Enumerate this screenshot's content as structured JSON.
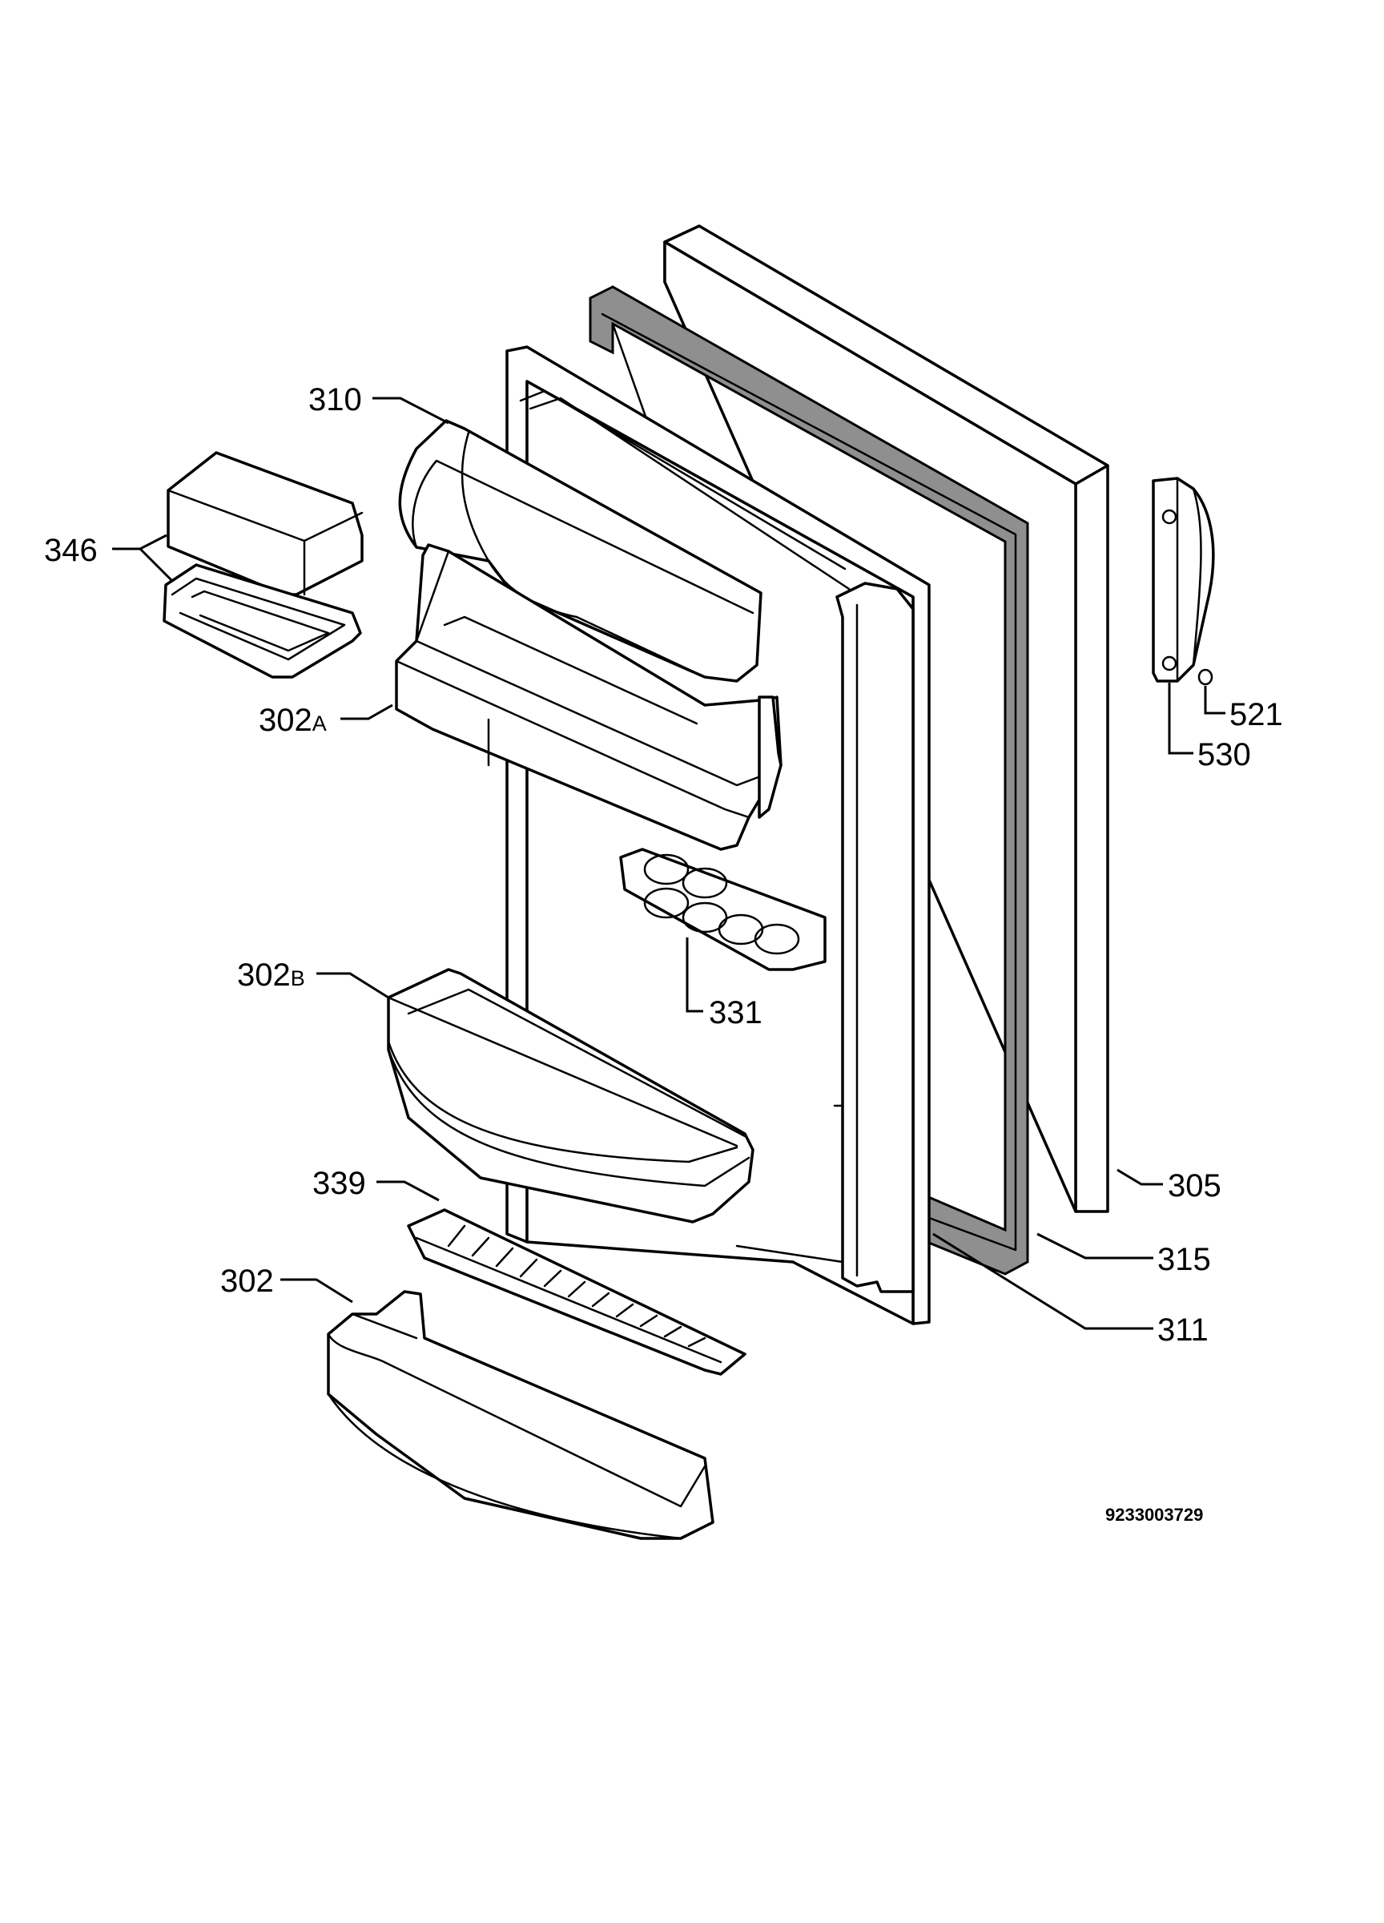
{
  "labels": {
    "p346": "346",
    "p310": "310",
    "p302a_num": "302",
    "p302a_suffix": "A",
    "p302b_num": "302",
    "p302b_suffix": "B",
    "p331": "331",
    "p339": "339",
    "p302": "302",
    "p305": "305",
    "p315": "315",
    "p311": "311",
    "p521": "521",
    "p530": "530"
  },
  "document_number": "9233003729",
  "colors": {
    "line": "#000000",
    "fill": "#ffffff",
    "gasket": "#8f8f8f"
  }
}
